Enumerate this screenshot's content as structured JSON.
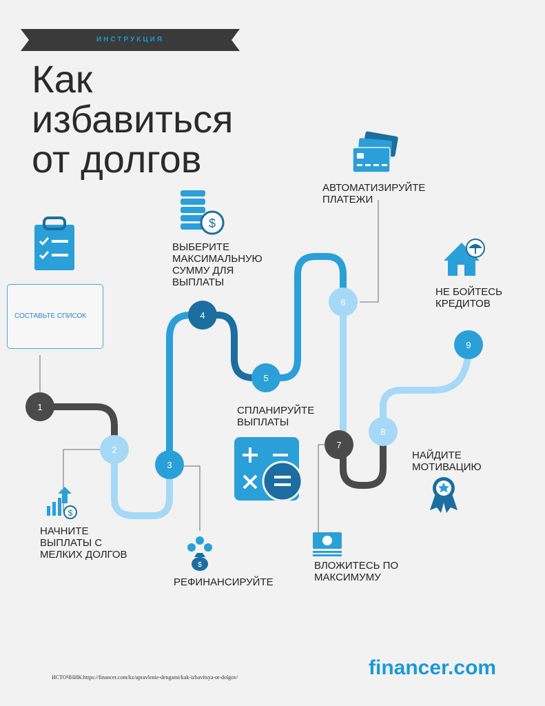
{
  "banner": {
    "text": "ИНСТРУКЦИЯ"
  },
  "title": "Как\nизбавиться\nот долгов",
  "list_box": {
    "text": "СОСТАВЬТЕ СПИСОК"
  },
  "steps": [
    {
      "number": "1",
      "label": ""
    },
    {
      "number": "2",
      "label": "НАЧНИТЕ\nВЫПЛАТЫ С\nМЕЛКИХ ДОЛГОВ"
    },
    {
      "number": "3",
      "label": "РЕФИНАНСИРУЙТЕ"
    },
    {
      "number": "4",
      "label": "ВЫБЕРИТЕ\nМАКСИМАЛЬНУЮ\nСУММУ ДЛЯ\nВЫПЛАТЫ"
    },
    {
      "number": "5",
      "label": "СПЛАНИРУЙТЕ\nВЫПЛАТЫ"
    },
    {
      "number": "6",
      "label": "АВТОМАТИЗИРУЙТЕ\nПЛАТЕЖИ"
    },
    {
      "number": "7",
      "label": "ВЛОЖИТЕСЬ ПО\nМАКСИМУМУ"
    },
    {
      "number": "8",
      "label": "НАЙДИТЕ\nМОТИВАЦИЮ"
    },
    {
      "number": "9",
      "label": "НЕ БОЙТЕСЬ\nКРЕДИТОВ"
    }
  ],
  "colors": {
    "dark_gray": "#4a4a4a",
    "light_blue": "#a6d9f5",
    "mid_blue": "#2a9fd8",
    "dark_blue": "#1b6e9f",
    "accent": "#1a9ad6"
  },
  "icons": [
    "clipboard-icon",
    "coins-dollar-icon",
    "credit-cards-icon",
    "house-umbrella-icon",
    "growth-chart-icon",
    "money-bag-icon",
    "calculator-icon",
    "cash-icon",
    "award-ribbon-icon"
  ],
  "footer": {
    "source": "ИСТОЧНИК:https://financer.com/kz/upravlenie-dengami/kak-izbavitsya-ot-dolgov/",
    "brand": "financer.com"
  }
}
